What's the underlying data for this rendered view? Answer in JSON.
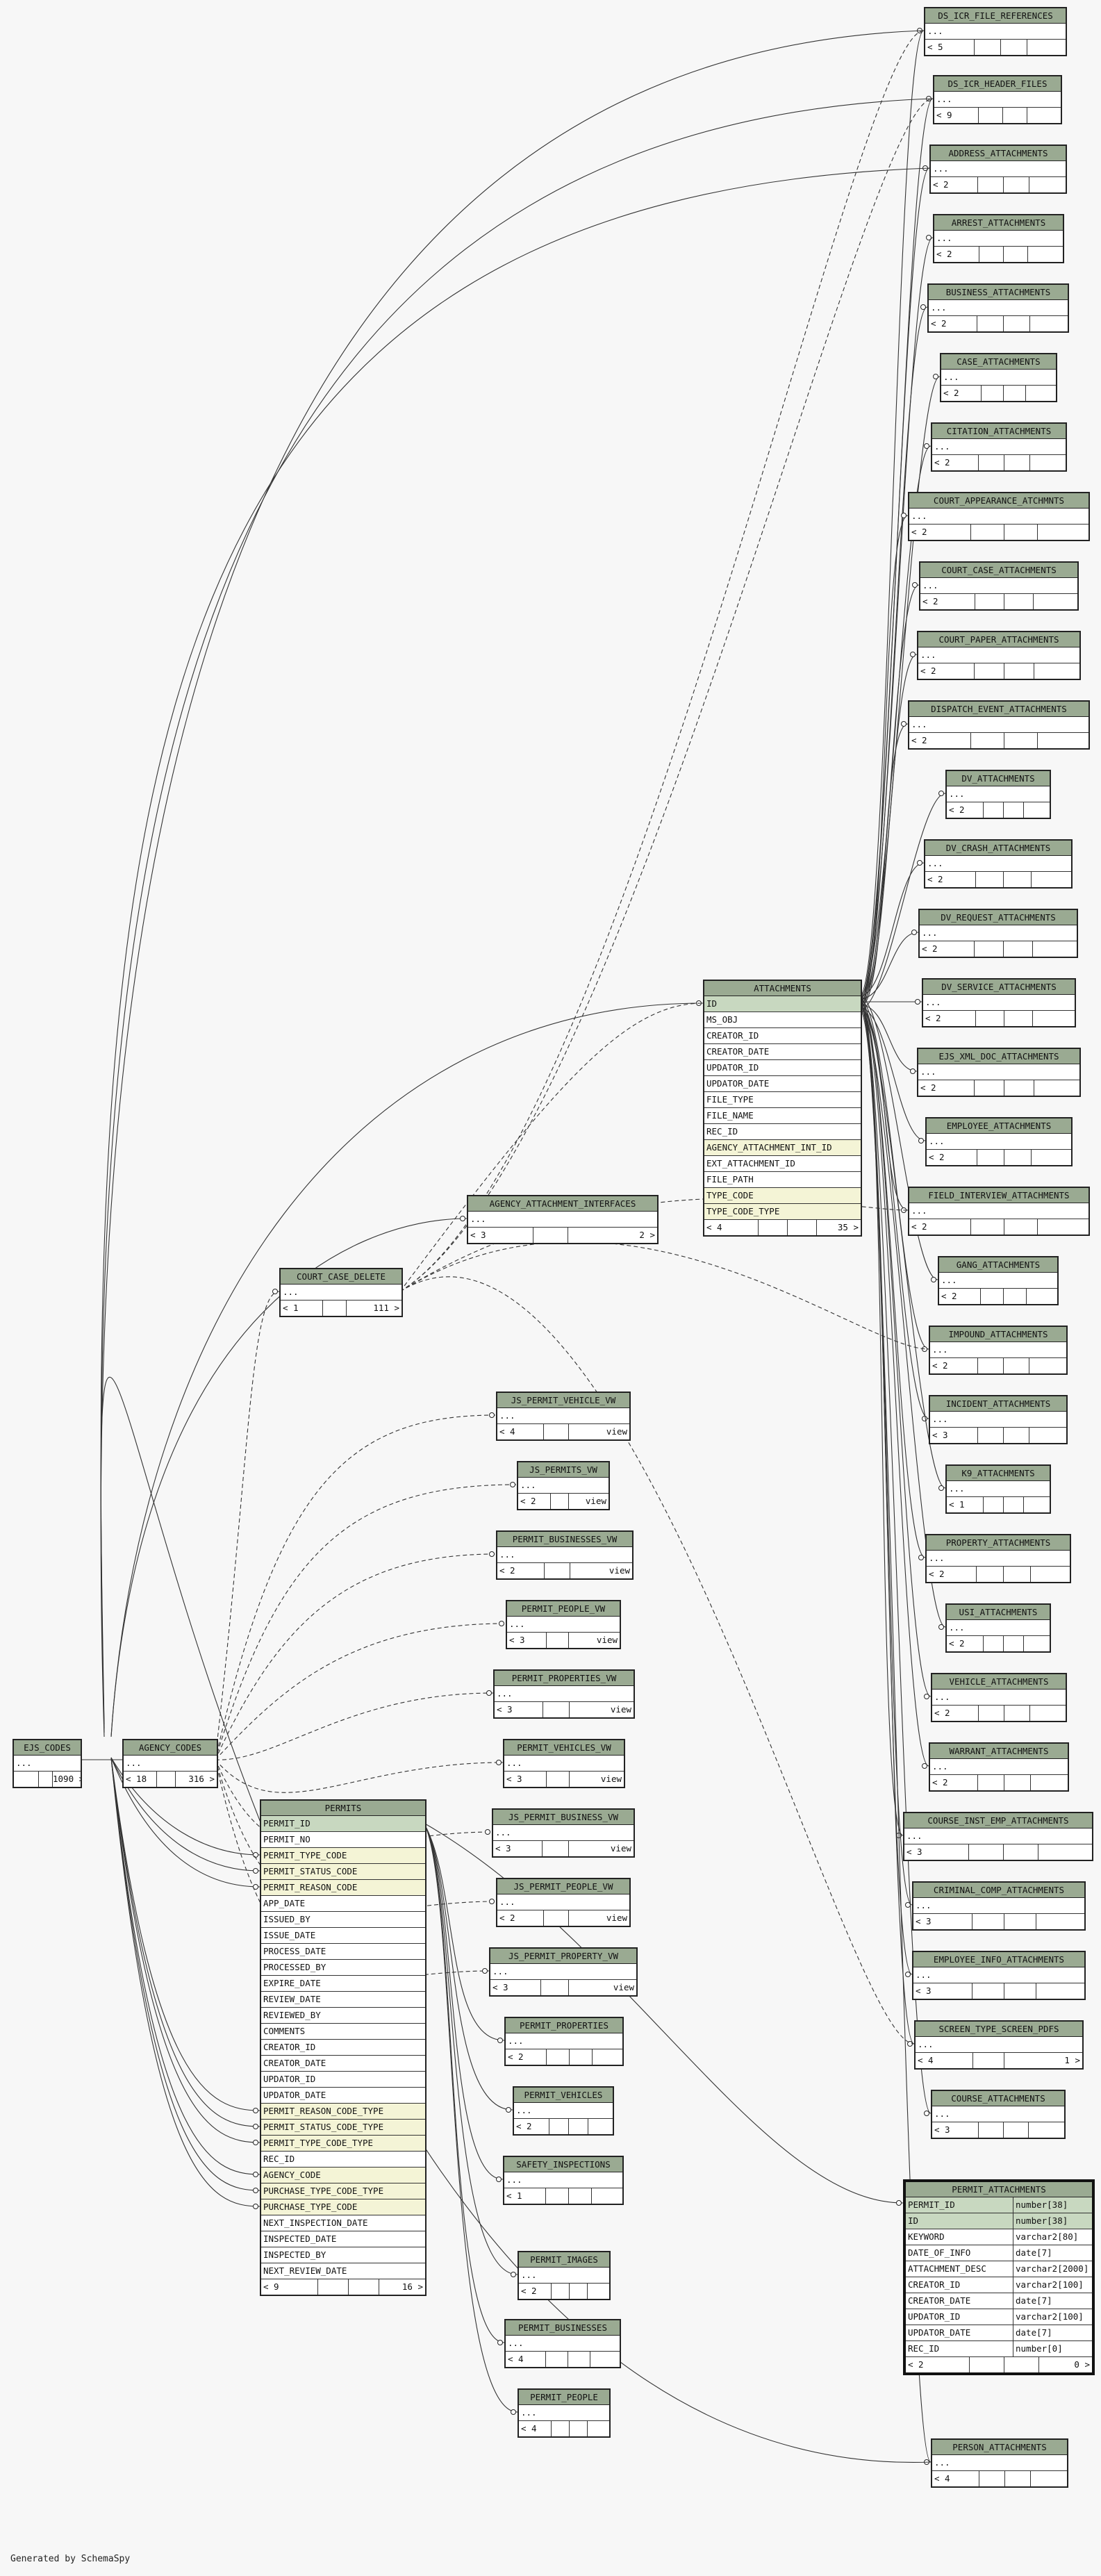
{
  "footer": {
    "generated_by": "Generated by SchemaSpy"
  },
  "tables": {
    "ds_icr_file_references": {
      "name": "DS_ICR_FILE_REFERENCES",
      "foot_left": "< 5",
      "foot_right": ""
    },
    "ds_icr_header_files": {
      "name": "DS_ICR_HEADER_FILES",
      "foot_left": "< 9",
      "foot_right": ""
    },
    "address_attachments": {
      "name": "ADDRESS_ATTACHMENTS",
      "foot_left": "< 2",
      "foot_right": ""
    },
    "arrest_attachments": {
      "name": "ARREST_ATTACHMENTS",
      "foot_left": "< 2",
      "foot_right": ""
    },
    "business_attachments": {
      "name": "BUSINESS_ATTACHMENTS",
      "foot_left": "< 2",
      "foot_right": ""
    },
    "case_attachments": {
      "name": "CASE_ATTACHMENTS",
      "foot_left": "< 2",
      "foot_right": ""
    },
    "citation_attachments": {
      "name": "CITATION_ATTACHMENTS",
      "foot_left": "< 2",
      "foot_right": ""
    },
    "court_appearance_atchmnts": {
      "name": "COURT_APPEARANCE_ATCHMNTS",
      "foot_left": "< 2",
      "foot_right": ""
    },
    "court_case_attachments": {
      "name": "COURT_CASE_ATTACHMENTS",
      "foot_left": "< 2",
      "foot_right": ""
    },
    "court_paper_attachments": {
      "name": "COURT_PAPER_ATTACHMENTS",
      "foot_left": "< 2",
      "foot_right": ""
    },
    "dispatch_event_attachments": {
      "name": "DISPATCH_EVENT_ATTACHMENTS",
      "foot_left": "< 2",
      "foot_right": ""
    },
    "dv_attachments": {
      "name": "DV_ATTACHMENTS",
      "foot_left": "< 2",
      "foot_right": ""
    },
    "dv_crash_attachments": {
      "name": "DV_CRASH_ATTACHMENTS",
      "foot_left": "< 2",
      "foot_right": ""
    },
    "dv_request_attachments": {
      "name": "DV_REQUEST_ATTACHMENTS",
      "foot_left": "< 2",
      "foot_right": ""
    },
    "dv_service_attachments": {
      "name": "DV_SERVICE_ATTACHMENTS",
      "foot_left": "< 2",
      "foot_right": ""
    },
    "ejs_xml_doc_attachments": {
      "name": "EJS_XML_DOC_ATTACHMENTS",
      "foot_left": "< 2",
      "foot_right": ""
    },
    "employee_attachments": {
      "name": "EMPLOYEE_ATTACHMENTS",
      "foot_left": "< 2",
      "foot_right": ""
    },
    "field_interview_attachments": {
      "name": "FIELD_INTERVIEW_ATTACHMENTS",
      "foot_left": "< 2",
      "foot_right": ""
    },
    "gang_attachments": {
      "name": "GANG_ATTACHMENTS",
      "foot_left": "< 2",
      "foot_right": ""
    },
    "impound_attachments": {
      "name": "IMPOUND_ATTACHMENTS",
      "foot_left": "< 2",
      "foot_right": ""
    },
    "incident_attachments": {
      "name": "INCIDENT_ATTACHMENTS",
      "foot_left": "< 3",
      "foot_right": ""
    },
    "k9_attachments": {
      "name": "K9_ATTACHMENTS",
      "foot_left": "< 1",
      "foot_right": ""
    },
    "property_attachments": {
      "name": "PROPERTY_ATTACHMENTS",
      "foot_left": "< 2",
      "foot_right": ""
    },
    "usi_attachments": {
      "name": "USI_ATTACHMENTS",
      "foot_left": "< 2",
      "foot_right": ""
    },
    "vehicle_attachments": {
      "name": "VEHICLE_ATTACHMENTS",
      "foot_left": "< 2",
      "foot_right": ""
    },
    "warrant_attachments": {
      "name": "WARRANT_ATTACHMENTS",
      "foot_left": "< 2",
      "foot_right": ""
    },
    "course_inst_emp_attachments": {
      "name": "COURSE_INST_EMP_ATTACHMENTS",
      "foot_left": "< 3",
      "foot_right": ""
    },
    "criminal_comp_attachments": {
      "name": "CRIMINAL_COMP_ATTACHMENTS",
      "foot_left": "< 3",
      "foot_right": ""
    },
    "employee_info_attachments": {
      "name": "EMPLOYEE_INFO_ATTACHMENTS",
      "foot_left": "< 3",
      "foot_right": ""
    },
    "screen_type_screen_pdfs": {
      "name": "SCREEN_TYPE_SCREEN_PDFS",
      "foot_left": "< 4",
      "foot_right": "1 >"
    },
    "course_attachments": {
      "name": "COURSE_ATTACHMENTS",
      "foot_left": "< 3",
      "foot_right": ""
    },
    "person_attachments": {
      "name": "PERSON_ATTACHMENTS",
      "foot_left": "< 4",
      "foot_right": ""
    },
    "attachments": {
      "name": "ATTACHMENTS",
      "columns": [
        "ID",
        "MS_OBJ",
        "CREATOR_ID",
        "CREATOR_DATE",
        "UPDATOR_ID",
        "UPDATOR_DATE",
        "FILE_TYPE",
        "FILE_NAME",
        "REC_ID",
        "AGENCY_ATTACHMENT_INT_ID",
        "EXT_ATTACHMENT_ID",
        "FILE_PATH",
        "TYPE_CODE",
        "TYPE_CODE_TYPE"
      ],
      "foot_left": "< 4",
      "foot_right": "35 >"
    },
    "agency_attachment_interfaces": {
      "name": "AGENCY_ATTACHMENT_INTERFACES",
      "foot_left": "< 3",
      "foot_right": "2 >"
    },
    "court_case_delete": {
      "name": "COURT_CASE_DELETE",
      "foot_left": "< 1",
      "foot_right": "111 >"
    },
    "js_permit_vehicle_vw": {
      "name": "JS_PERMIT_VEHICLE_VW",
      "foot_left": "< 4",
      "foot_right": "view"
    },
    "js_permits_vw": {
      "name": "JS_PERMITS_VW",
      "foot_left": "< 2",
      "foot_right": "view"
    },
    "permit_businesses_vw": {
      "name": "PERMIT_BUSINESSES_VW",
      "foot_left": "< 2",
      "foot_right": "view"
    },
    "permit_people_vw": {
      "name": "PERMIT_PEOPLE_VW",
      "foot_left": "< 3",
      "foot_right": "view"
    },
    "permit_properties_vw": {
      "name": "PERMIT_PROPERTIES_VW",
      "foot_left": "< 3",
      "foot_right": "view"
    },
    "permit_vehicles_vw": {
      "name": "PERMIT_VEHICLES_VW",
      "foot_left": "< 3",
      "foot_right": "view"
    },
    "js_permit_business_vw": {
      "name": "JS_PERMIT_BUSINESS_VW",
      "foot_left": "< 3",
      "foot_right": "view"
    },
    "js_permit_people_vw": {
      "name": "JS_PERMIT_PEOPLE_VW",
      "foot_left": "< 2",
      "foot_right": "view"
    },
    "js_permit_property_vw": {
      "name": "JS_PERMIT_PROPERTY_VW",
      "foot_left": "< 3",
      "foot_right": "view"
    },
    "permit_properties": {
      "name": "PERMIT_PROPERTIES",
      "foot_left": "< 2",
      "foot_right": ""
    },
    "permit_vehicles": {
      "name": "PERMIT_VEHICLES",
      "foot_left": "< 2",
      "foot_right": ""
    },
    "safety_inspections": {
      "name": "SAFETY_INSPECTIONS",
      "foot_left": "< 1",
      "foot_right": ""
    },
    "permit_images": {
      "name": "PERMIT_IMAGES",
      "foot_left": "< 2",
      "foot_right": ""
    },
    "permit_businesses": {
      "name": "PERMIT_BUSINESSES",
      "foot_left": "< 4",
      "foot_right": ""
    },
    "permit_people": {
      "name": "PERMIT_PEOPLE",
      "foot_left": "< 4",
      "foot_right": ""
    },
    "ejs_codes": {
      "name": "EJS_CODES",
      "foot_left": "",
      "foot_right": "1090 >"
    },
    "agency_codes": {
      "name": "AGENCY_CODES",
      "foot_left": "< 18",
      "foot_right": "316 >"
    },
    "permits": {
      "name": "PERMITS",
      "columns": [
        "PERMIT_ID",
        "PERMIT_NO",
        "PERMIT_TYPE_CODE",
        "PERMIT_STATUS_CODE",
        "PERMIT_REASON_CODE",
        "APP_DATE",
        "ISSUED_BY",
        "ISSUE_DATE",
        "PROCESS_DATE",
        "PROCESSED_BY",
        "EXPIRE_DATE",
        "REVIEW_DATE",
        "REVIEWED_BY",
        "COMMENTS",
        "CREATOR_ID",
        "CREATOR_DATE",
        "UPDATOR_ID",
        "UPDATOR_DATE",
        "PERMIT_REASON_CODE_TYPE",
        "PERMIT_STATUS_CODE_TYPE",
        "PERMIT_TYPE_CODE_TYPE",
        "REC_ID",
        "AGENCY_CODE",
        "PURCHASE_TYPE_CODE_TYPE",
        "PURCHASE_TYPE_CODE",
        "NEXT_INSPECTION_DATE",
        "INSPECTED_DATE",
        "INSPECTED_BY",
        "NEXT_REVIEW_DATE"
      ],
      "foot_left": "< 9",
      "foot_right": "16 >"
    },
    "permit_attachments": {
      "name": "PERMIT_ATTACHMENTS",
      "columns": [
        {
          "name": "PERMIT_ID",
          "type": "number[38]"
        },
        {
          "name": "ID",
          "type": "number[38]"
        },
        {
          "name": "KEYWORD",
          "type": "varchar2[80]"
        },
        {
          "name": "DATE_OF_INFO",
          "type": "date[7]"
        },
        {
          "name": "ATTACHMENT_DESC",
          "type": "varchar2[2000]"
        },
        {
          "name": "CREATOR_ID",
          "type": "varchar2[100]"
        },
        {
          "name": "CREATOR_DATE",
          "type": "date[7]"
        },
        {
          "name": "UPDATOR_ID",
          "type": "varchar2[100]"
        },
        {
          "name": "UPDATOR_DATE",
          "type": "date[7]"
        },
        {
          "name": "REC_ID",
          "type": "number[0]"
        }
      ],
      "foot_left": "< 2",
      "foot_right": "0 >"
    }
  }
}
